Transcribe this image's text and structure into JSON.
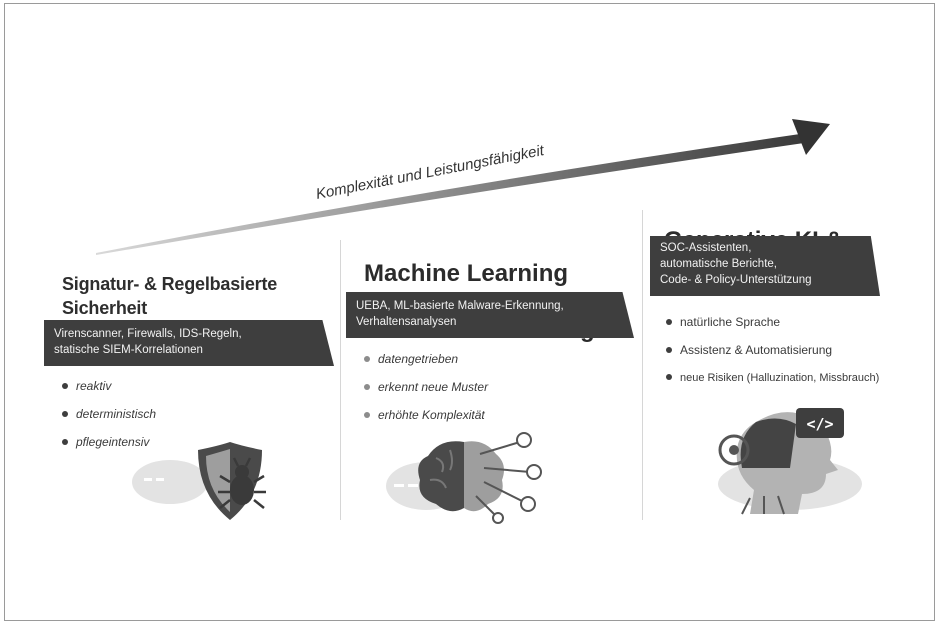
{
  "arrow_label": "Komplexität und Leistungsfähigkeit",
  "columns": [
    {
      "title": "Signatur- & Regelbasierte Sicherheit",
      "tag_lines": [
        "Virenscanner, Firewalls, IDS-Regeln,",
        "statische SIEM-Korrelationen"
      ],
      "points": [
        "reaktiv",
        "deterministisch",
        "pflegeintensiv"
      ],
      "icon": "shield-bug-icon"
    },
    {
      "title": "Machine Learning & Anomalieerkennung",
      "tag_lines": [
        "UEBA, ML-basierte Malware-Erkennung,",
        "Verhaltensanalysen"
      ],
      "points": [
        "datengetrieben",
        "erkennt neue Muster",
        "erhöhte Komplexität"
      ],
      "icon": "brain-network-icon"
    },
    {
      "title": "Generative KI & LLMs",
      "tag_lines": [
        "SOC-Assistenten,",
        "automatische Berichte,",
        "Code- & Policy-Unterstützung"
      ],
      "points": [
        "natürliche Sprache",
        "Assistenz & Automatisierung",
        "neue Risiken (Halluzination, Missbrauch)"
      ],
      "icon": "robot-head-icon",
      "code_symbol": "</>"
    }
  ]
}
